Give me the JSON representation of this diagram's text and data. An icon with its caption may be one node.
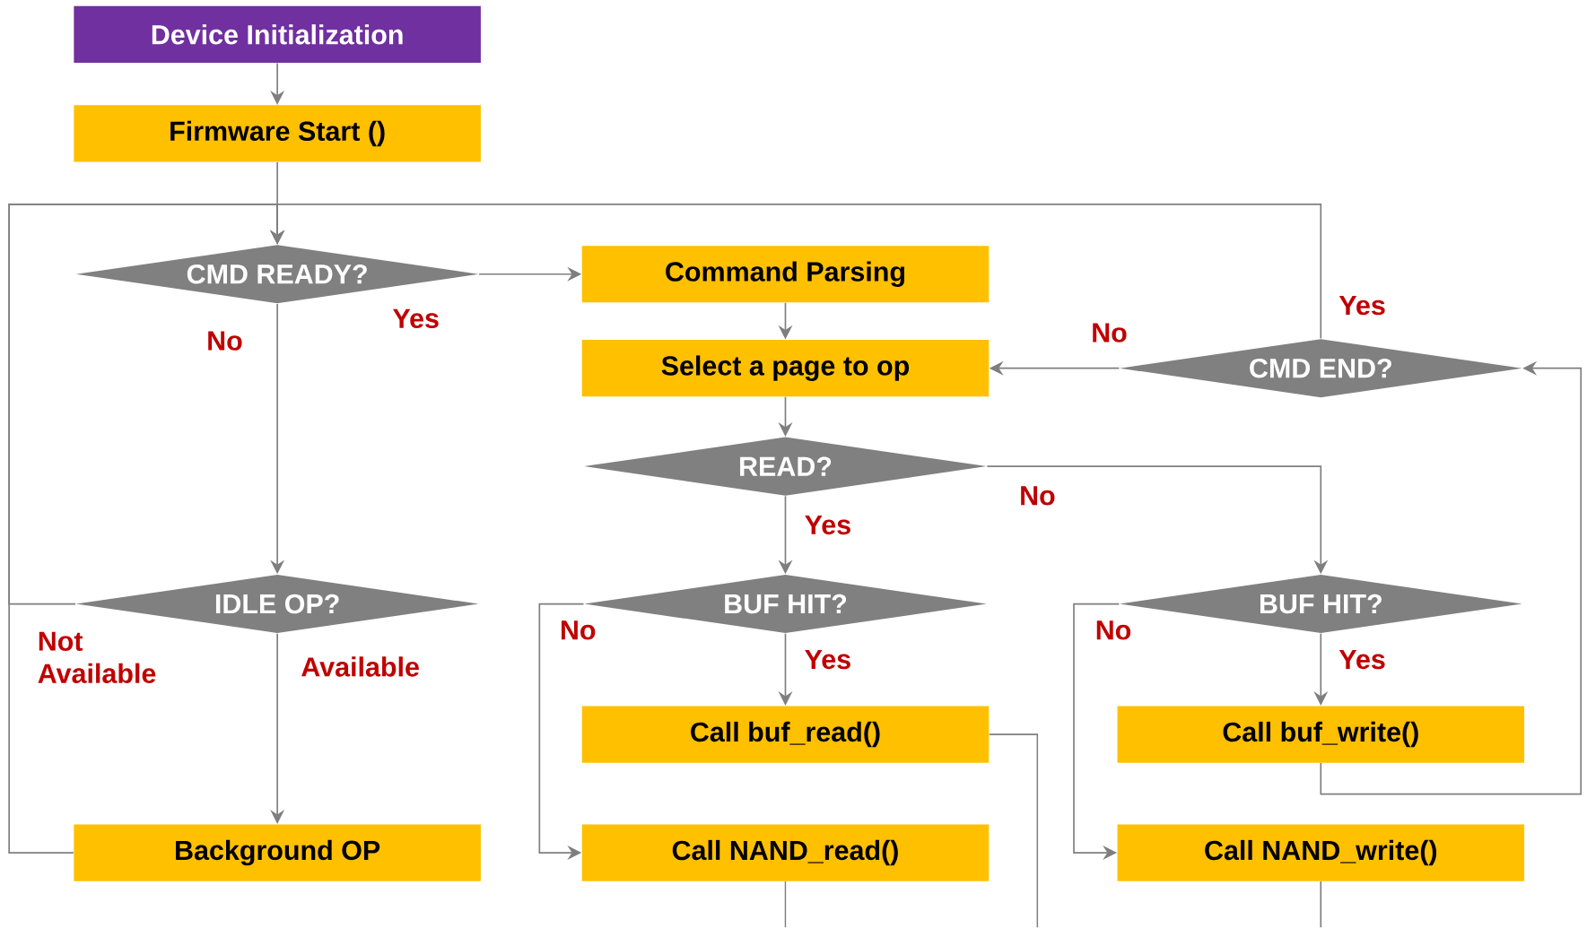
{
  "diagram": {
    "nodes": [
      {
        "text": [
          "Device Initialization"
        ]
      },
      {
        "text": [
          "Firmware Start ()"
        ]
      },
      {
        "text": [
          "CMD READY?"
        ]
      },
      {
        "text": [
          "Command Parsing"
        ]
      },
      {
        "text": [
          "Select a page to op"
        ]
      },
      {
        "text": [
          "CMD END?"
        ]
      },
      {
        "text": [
          "READ?"
        ]
      },
      {
        "text": [
          "IDLE OP?"
        ]
      },
      {
        "text": [
          "BUF HIT?"
        ]
      },
      {
        "text": [
          "BUF HIT?"
        ]
      },
      {
        "text": [
          "Call buf_read()"
        ]
      },
      {
        "text": [
          "Call buf_write()"
        ]
      },
      {
        "text": [
          "Background OP"
        ]
      },
      {
        "text": [
          "Call NAND_read()"
        ]
      },
      {
        "text": [
          "Call NAND_write()"
        ]
      }
    ],
    "edges": [
      {
        "from": 0,
        "to": 1,
        "arrow": "to"
      },
      {
        "from": 1,
        "to": 2,
        "arrow": "to"
      },
      {
        "from": 2,
        "to": 3,
        "arrow": "to",
        "label": "Yes"
      },
      {
        "from": 2,
        "to": 7,
        "arrow": "to",
        "label": "No"
      },
      {
        "from": 3,
        "to": 4,
        "arrow": "to"
      },
      {
        "from": 5,
        "to": 4,
        "arrow": "to",
        "label": "No"
      },
      {
        "from": 5,
        "to": 2,
        "arrow": "to",
        "label": "Yes"
      },
      {
        "from": 4,
        "to": 6,
        "arrow": "to"
      },
      {
        "from": 6,
        "to": 8,
        "arrow": "to",
        "label": "Yes"
      },
      {
        "from": 6,
        "to": 9,
        "arrow": "to",
        "label": "No"
      },
      {
        "from": 7,
        "to": 12,
        "arrow": "to",
        "label": "Available"
      },
      {
        "from": 7,
        "to": 2,
        "arrow": "to",
        "label": "Not Available"
      },
      {
        "from": 12,
        "to": 2,
        "arrow": "to"
      },
      {
        "from": 8,
        "to": 10,
        "arrow": "to",
        "label": "Yes"
      },
      {
        "from": 8,
        "to": 13,
        "arrow": "to",
        "label": "No"
      },
      {
        "from": 9,
        "to": 11,
        "arrow": "to",
        "label": "Yes"
      },
      {
        "from": 9,
        "to": 14,
        "arrow": "to",
        "label": "No"
      },
      {
        "from": 10,
        "to": null,
        "arrow": "none"
      },
      {
        "from": 11,
        "to": 5,
        "arrow": "to"
      },
      {
        "from": 13,
        "to": null,
        "arrow": "none"
      },
      {
        "from": 14,
        "to": null,
        "arrow": "none"
      }
    ]
  }
}
